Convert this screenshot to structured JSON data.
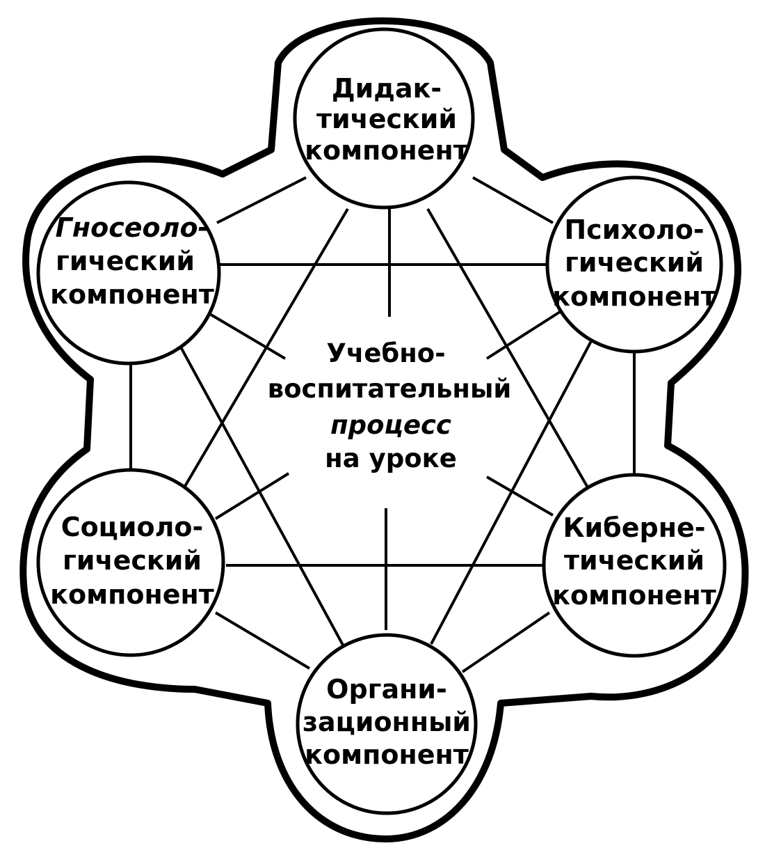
{
  "diagram": {
    "nodes": {
      "didactic": {
        "lines": [
          "Дидак-",
          "тический",
          "компонент"
        ]
      },
      "psychological": {
        "lines": [
          "Психоло-",
          "гический",
          "компонент"
        ]
      },
      "cybernetic": {
        "lines": [
          "Киберне-",
          "тический",
          "компонент"
        ]
      },
      "organizational": {
        "lines": [
          "Органи-",
          "зационный",
          "компонент"
        ]
      },
      "sociological": {
        "lines": [
          "Социоло-",
          "гический",
          "компонент"
        ]
      },
      "gnoseological": {
        "lines": [
          "Гносеоло-",
          "гический",
          "компонент"
        ]
      }
    },
    "center": {
      "lines": [
        "Учебно-",
        "воспитательный",
        "процесс",
        "на уроке"
      ]
    },
    "colors": {
      "stroke": "#000000",
      "background": "#ffffff"
    }
  }
}
